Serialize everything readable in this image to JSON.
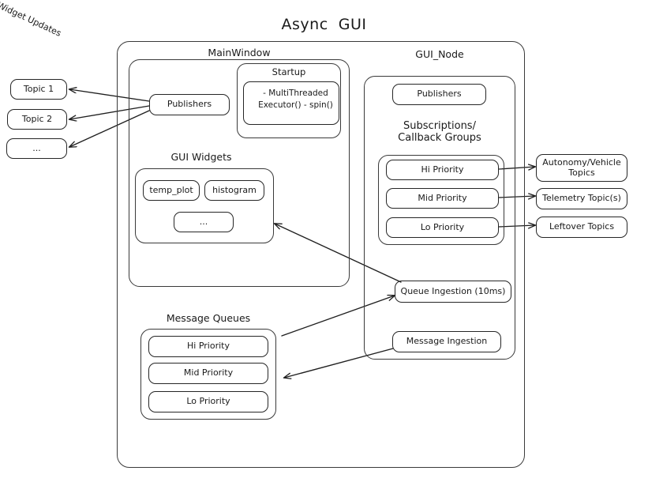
{
  "diagram": {
    "title": "Async  GUI"
  },
  "external_topics": [
    {
      "label": "Topic 1"
    },
    {
      "label": "Topic 2"
    },
    {
      "label": "..."
    }
  ],
  "right_topics": [
    {
      "label": "Autonomy/Vehicle\nTopics"
    },
    {
      "label": "Telemetry Topic(s)"
    },
    {
      "label": "Leftover Topics"
    }
  ],
  "main_window": {
    "title": "MainWindow",
    "publishers": {
      "label": "Publishers"
    },
    "startup": {
      "title": "Startup",
      "items": "- MultiThreaded\n  Executor()\n- spin()"
    },
    "gui_widgets": {
      "title": "GUI Widgets",
      "widgets": [
        {
          "label": "temp_plot"
        },
        {
          "label": "histogram"
        },
        {
          "label": "..."
        }
      ]
    },
    "message_queues": {
      "title": "Message Queues",
      "queues": [
        {
          "label": "Hi Priority"
        },
        {
          "label": "Mid Priority"
        },
        {
          "label": "Lo Priority"
        }
      ]
    }
  },
  "gui_node": {
    "title": "GUI_Node",
    "publishers": {
      "label": "Publishers"
    },
    "subscriptions": {
      "title": "Subscriptions/\nCallback Groups",
      "groups": [
        {
          "label": "Hi Priority"
        },
        {
          "label": "Mid Priority"
        },
        {
          "label": "Lo Priority"
        }
      ]
    },
    "queue_ingestion": {
      "label": "Queue Ingestion (10ms)"
    },
    "message_ingestion": {
      "label": "Message Ingestion"
    }
  },
  "annotations": {
    "widget_updates": "Widget Updates"
  },
  "colors": {
    "stroke": "#262626",
    "background": "#ffffff"
  }
}
